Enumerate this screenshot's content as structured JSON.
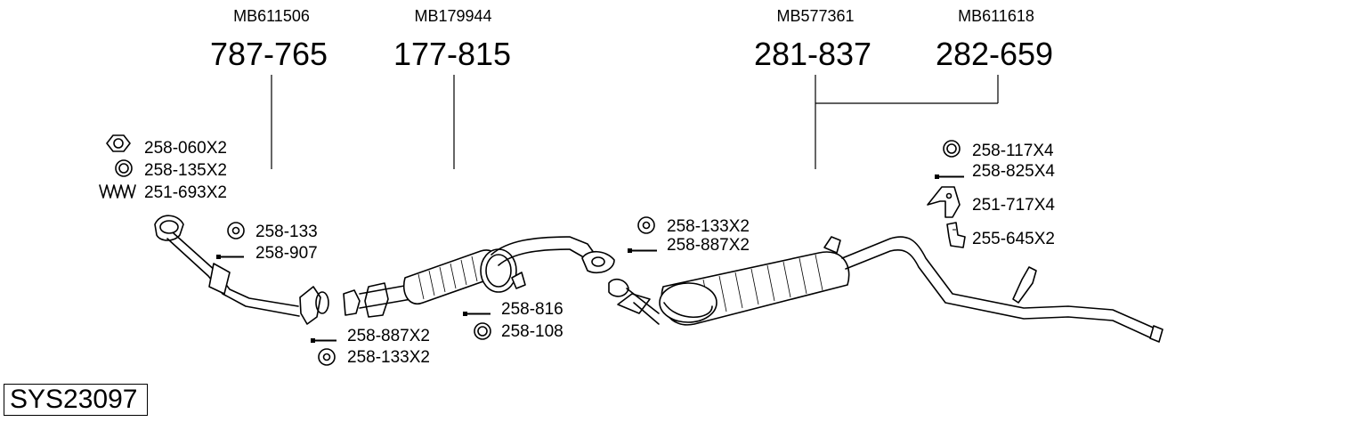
{
  "oem_numbers": [
    "MB611506",
    "MB179944",
    "MB577361",
    "MB611618"
  ],
  "main_parts": [
    "787-765",
    "177-815",
    "281-837",
    "282-659"
  ],
  "fittings": {
    "nut": "258-060X2",
    "ring_front": "258-135X2",
    "spring": "251-693X2",
    "gasket_front": "258-133",
    "bolt_front": "258-907",
    "bolt_mid_a": "258-887X2",
    "gasket_mid_a": "258-133X2",
    "bolt_mid_b": "258-816",
    "ring_mid_b": "258-108",
    "gasket_rear": "258-133X2",
    "bolt_rear": "258-887X2",
    "ring_rear": "258-117X4",
    "bolt_rear_b": "258-825X4",
    "hanger_a": "251-717X4",
    "hanger_b": "255-645X2"
  },
  "system_code": "SYS23097"
}
